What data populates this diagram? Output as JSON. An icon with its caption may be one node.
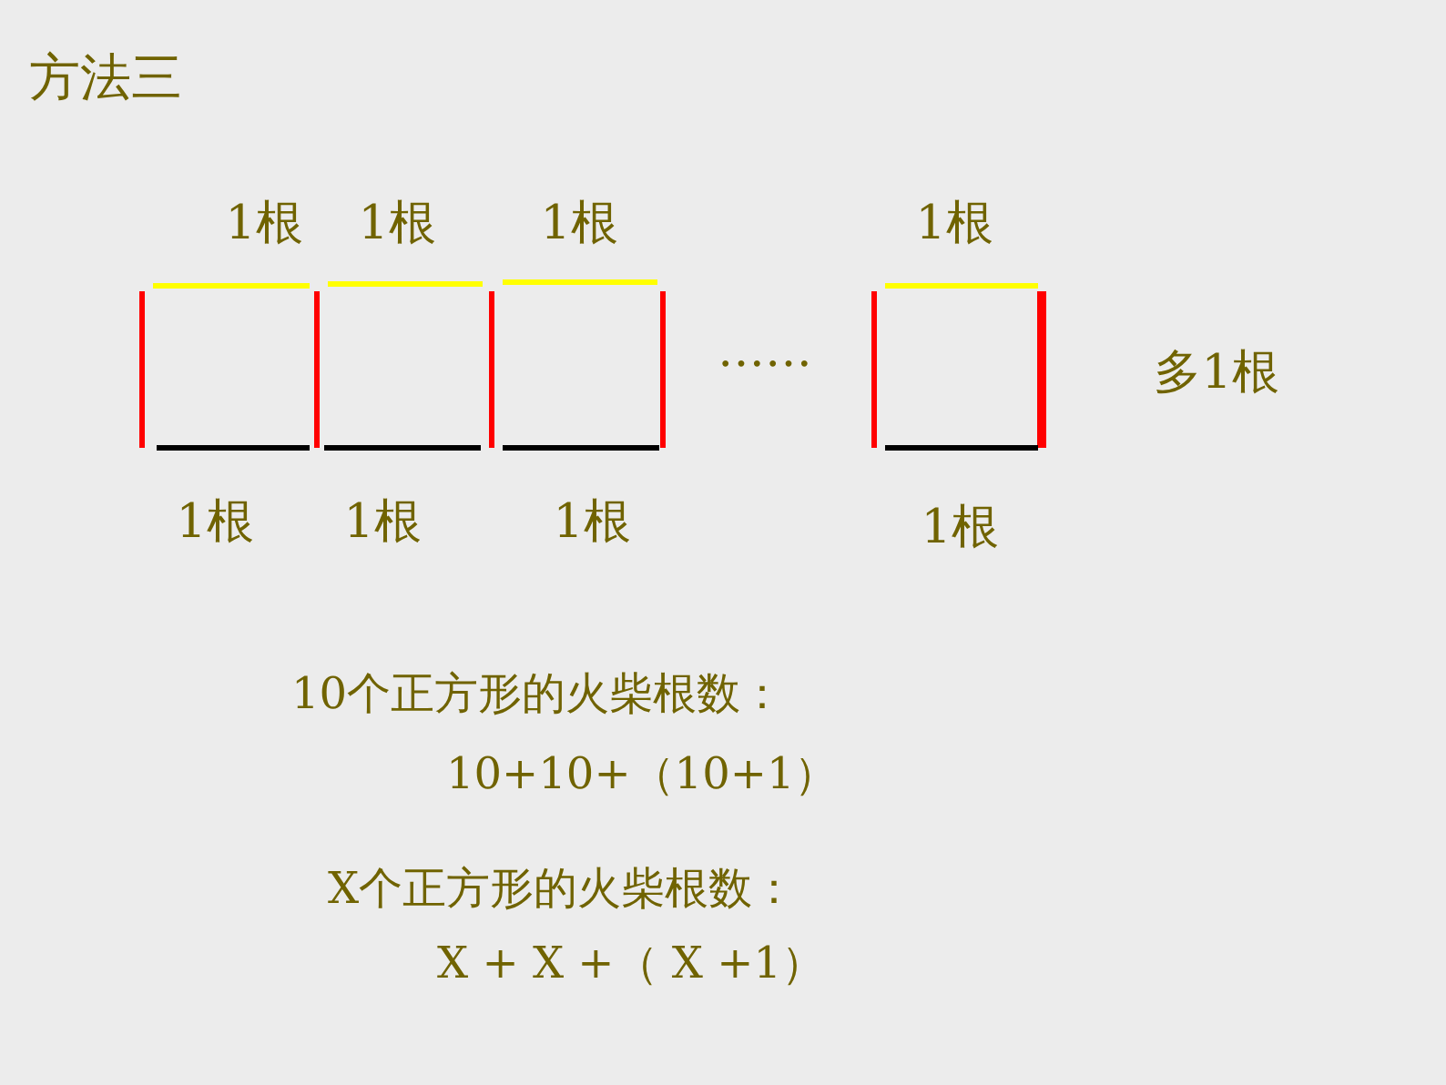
{
  "diagram": {
    "title": "方法三",
    "labels": [
      "1根",
      "1根",
      "1根",
      "1根",
      "……",
      "多1根",
      "1根",
      "1根",
      "1根",
      "1根",
      "10个正方形的火柴根数：",
      "10+10+（10+1）",
      "X个正方形的火柴根数：",
      "X + X +（ X +1）"
    ]
  }
}
